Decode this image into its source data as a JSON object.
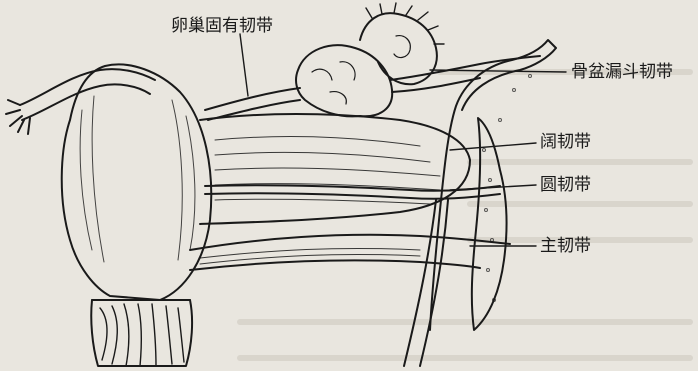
{
  "labels": {
    "ovarian_ligament": "卵巢固有韧带",
    "infundibulopelvic_ligament": "骨盆漏斗韧带",
    "broad_ligament": "阔韧带",
    "round_ligament": "圆韧带",
    "cardinal_ligament": "主韧带"
  },
  "colors": {
    "background": "#e9e6df",
    "ink": "#1a1a1a"
  }
}
